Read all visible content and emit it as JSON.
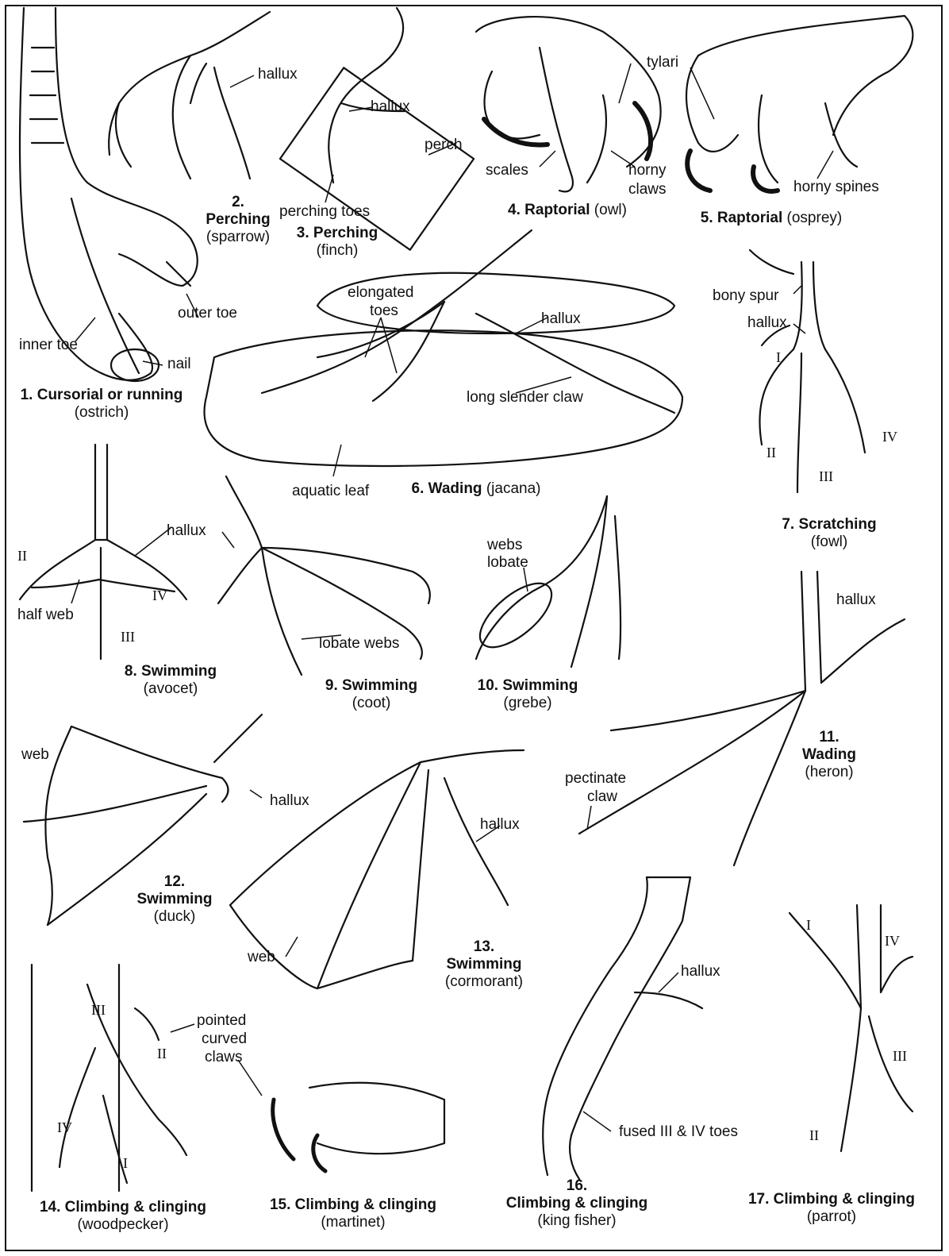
{
  "figures": [
    {
      "id": "f1",
      "title": "1. Cursorial or running",
      "subtitle": "(ostrich)"
    },
    {
      "id": "f2",
      "number": "2.",
      "title": "Perching",
      "subtitle": "(sparrow)"
    },
    {
      "id": "f3",
      "title": "3. Perching",
      "subtitle": "(finch)"
    },
    {
      "id": "f4",
      "title": "4. Raptorial",
      "subtitle": "(owl)"
    },
    {
      "id": "f5",
      "title": "5. Raptorial",
      "subtitle": "(osprey)"
    },
    {
      "id": "f6",
      "title": "6. Wading",
      "subtitle": "(jacana)"
    },
    {
      "id": "f7",
      "title": "7. Scratching",
      "subtitle": "(fowl)"
    },
    {
      "id": "f8",
      "title": "8. Swimming",
      "subtitle": "(avocet)"
    },
    {
      "id": "f9",
      "title": "9. Swimming",
      "subtitle": "(coot)"
    },
    {
      "id": "f10",
      "title": "10. Swimming",
      "subtitle": "(grebe)"
    },
    {
      "id": "f11",
      "number": "11.",
      "title": "Wading",
      "subtitle": "(heron)"
    },
    {
      "id": "f12",
      "number": "12.",
      "title": "Swimming",
      "subtitle": "(duck)"
    },
    {
      "id": "f13",
      "number": "13.",
      "title": "Swimming",
      "subtitle": "(cormorant)"
    },
    {
      "id": "f14",
      "title": "14. Climbing & clinging",
      "subtitle": "(woodpecker)"
    },
    {
      "id": "f15",
      "title": "15. Climbing & clinging",
      "subtitle": "(martinet)"
    },
    {
      "id": "f16",
      "number": "16.",
      "title": "Climbing & clinging",
      "subtitle": "(king fisher)"
    },
    {
      "id": "f17",
      "title": "17. Climbing & clinging",
      "subtitle": "(parrot)"
    }
  ],
  "labels": {
    "hallux": "hallux",
    "perch": "perch",
    "perching_toes": "perching toes",
    "tylari": "tylari",
    "scales": "scales",
    "horny_claws_1": "horny",
    "horny_claws_2": "claws",
    "horny_spines": "horny spines",
    "outer_toe": "outer toe",
    "inner_toe": "inner toe",
    "nail": "nail",
    "elongated_toes_1": "elongated",
    "elongated_toes_2": "toes",
    "long_slender_claw": "long slender claw",
    "aquatic_leaf": "aquatic leaf",
    "bony_spur": "bony spur",
    "half_web": "half web",
    "lobate_webs": "lobate webs",
    "webs": "webs",
    "lobate": "lobate",
    "web": "web",
    "pectinate_claw_1": "pectinate",
    "pectinate_claw_2": "claw",
    "pointed_curved_claws_1": "pointed",
    "pointed_curved_claws_2": "curved",
    "pointed_curved_claws_3": "claws",
    "fused_toes": "fused III & IV toes"
  },
  "roman": {
    "I": "I",
    "II": "II",
    "III": "III",
    "IV": "IV"
  }
}
